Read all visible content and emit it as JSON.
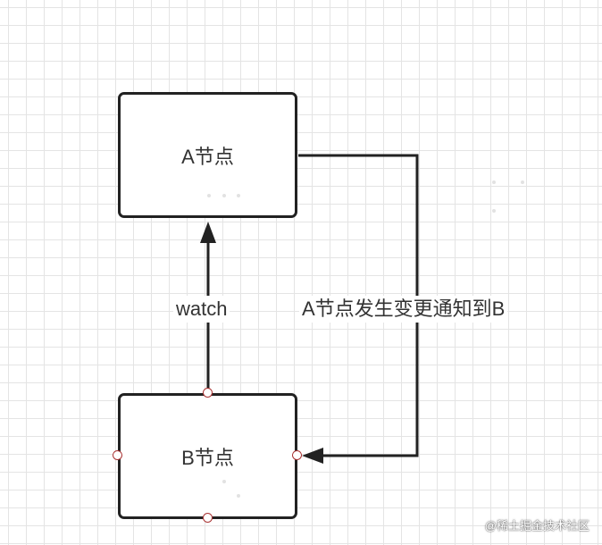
{
  "diagram": {
    "node_a": {
      "label": "A节点"
    },
    "node_b": {
      "label": "B节点"
    },
    "edge_watch": {
      "label": "watch"
    },
    "edge_notify": {
      "label": "A节点发生变更通知到B"
    },
    "watermark": "@稀土掘金技术社区"
  },
  "colors": {
    "edge": "#222222",
    "port_border": "#aa3333",
    "grid": "#e4e4e4"
  }
}
